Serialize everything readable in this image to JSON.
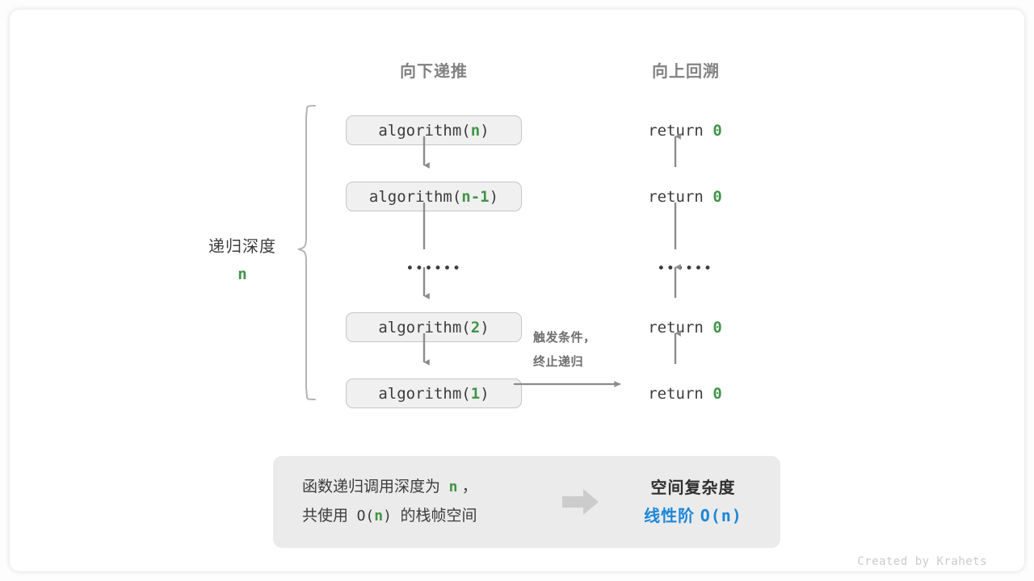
{
  "headers": {
    "down": "向下递推",
    "up": "向上回溯"
  },
  "depth_label": {
    "text": "递归深度",
    "value": "n"
  },
  "calls": [
    {
      "prefix": "algorithm(",
      "arg": "n",
      "suffix": ")"
    },
    {
      "prefix": "algorithm(",
      "arg": "n-1",
      "suffix": ")"
    },
    {
      "prefix": "algorithm(",
      "arg": "2",
      "suffix": ")"
    },
    {
      "prefix": "algorithm(",
      "arg": "1",
      "suffix": ")"
    }
  ],
  "ellipsis": "••••••",
  "returns": [
    {
      "keyword": "return",
      "value": "0"
    },
    {
      "keyword": "return",
      "value": "0"
    },
    {
      "keyword": "return",
      "value": "0"
    },
    {
      "keyword": "return",
      "value": "0"
    }
  ],
  "trigger_label": {
    "line1": "触发条件，",
    "line2": "终止递归"
  },
  "summary": {
    "left_line1_a": "函数递归调用深度为",
    "left_line1_n": "n",
    "left_line1_b": "，",
    "left_line2_a": "共使用",
    "left_line2_o": "O(",
    "left_line2_n": "n",
    "left_line2_c": ")",
    "left_line2_b": "的栈帧空间",
    "arrow_icon": "right-arrow-icon",
    "right_title": "空间复杂度",
    "right_value_text": "线性阶",
    "right_value_mono": "O(n)"
  },
  "credit": "Created by Krahets",
  "colors": {
    "green": "#429448",
    "blue": "#1c87d8",
    "gray_text": "#3c3c3c",
    "header_gray": "#828282",
    "box_fill": "#f0f0f0",
    "box_border": "#c6c6c6",
    "summary_fill": "#ebebeb",
    "arrow_gray": "#8c8c8c",
    "block_arrow": "#cccccc"
  }
}
